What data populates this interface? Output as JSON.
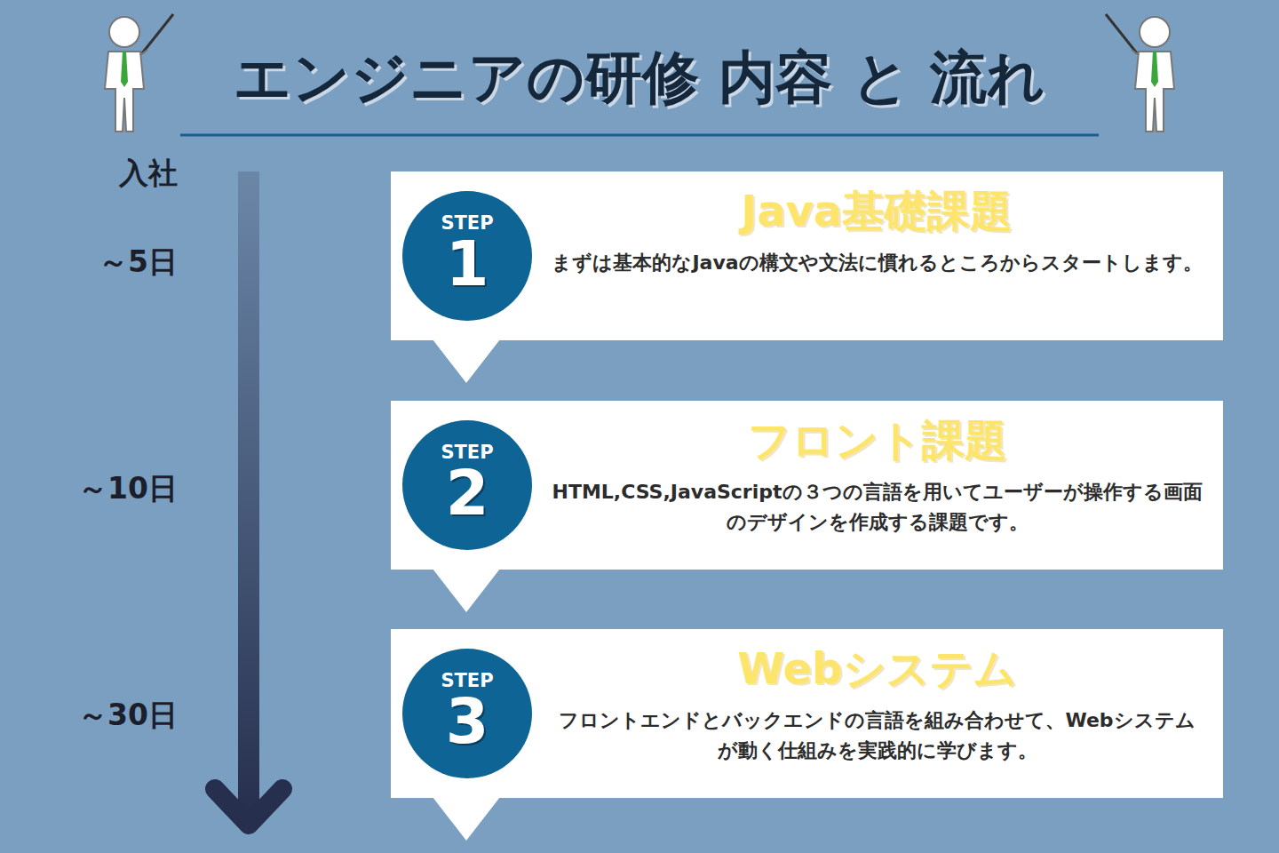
{
  "diagram": {
    "title": "エンジニアの研修 内容 と 流れ",
    "nodes": [
      {
        "text": [
          "Java基礎課題",
          "まずは基本的なJavaの構文や文法に慣れるところからスタートします。"
        ]
      },
      {
        "text": [
          "STEP",
          "1"
        ],
        "in": 0
      },
      {
        "text": [
          "フロント課題",
          "HTML,CSS,JavaScriptの３つの言語を用いてユーザーが操作する画面のデザインを作成する課題です。"
        ]
      },
      {
        "text": [
          "STEP",
          "2"
        ],
        "in": 2
      },
      {
        "text": [
          "Webシステム",
          "フロントエンドとバックエンドの言語を組み合わせて、Webシステムが動く仕組みを実践的に学びます。"
        ]
      },
      {
        "text": [
          "STEP",
          "3"
        ],
        "in": 4
      }
    ],
    "edges": [
      {
        "from": 0,
        "to": 2,
        "arrow": "to"
      },
      {
        "from": 2,
        "to": 4,
        "arrow": "to"
      }
    ],
    "labels": [
      "入社",
      "～5日",
      "～10日",
      "～30日"
    ]
  }
}
